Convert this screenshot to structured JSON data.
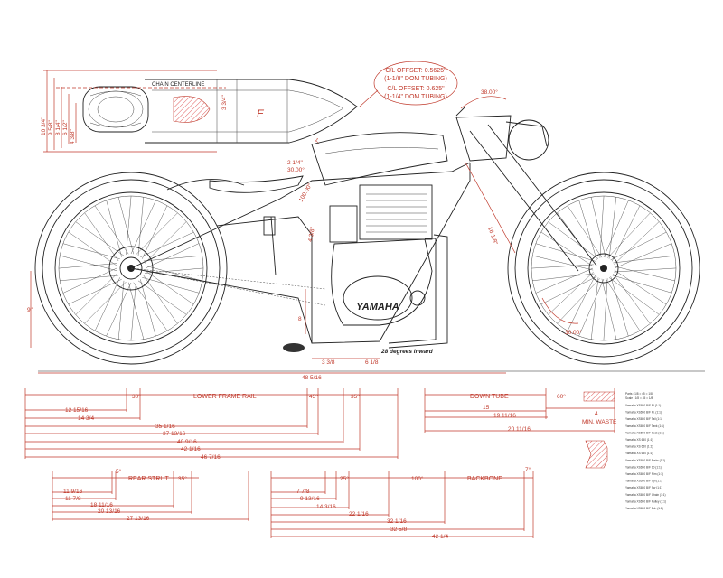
{
  "top_view": {
    "chain_centerline": "CHAIN CENTERLINE",
    "dims_left": [
      "10 3/4\"",
      "9 5/8\"",
      "8 1/4\"",
      "6 1/2\"",
      "4 3/8\""
    ],
    "dim_3_3_4": "3 3/4\"",
    "dim_7": "7\""
  },
  "offset_callout": {
    "line1": "C/L OFFSET: 0.5625\"",
    "line2": "(1-1/8\" DOM TUBING)",
    "line3": "C/L OFFSET: 0.625\"",
    "line4": "(1-1/4\" DOM TUBING)"
  },
  "side_view": {
    "neck_angle": "38.00°",
    "seat_dim": "2 1/4\"",
    "seat_angle": "30.00°",
    "frame_angle": "100.00°",
    "dim_4_3_8": "4 3/8\"",
    "dim_16_1_8": "16 1/8\"",
    "rake_angle": "30.00°",
    "dim_8": "8",
    "dim_9": "9\"",
    "exhaust_note": "28 degrees inward",
    "dim_3_3_8": "3 3/8",
    "dim_6_1_8": "6 1/8",
    "dim_48_5_16": "48 5/16",
    "engine_brand": "YAMAHA"
  },
  "lower_frame_rail": {
    "title": "LOWER FRAME RAIL",
    "angles": [
      "30°",
      "45°",
      "35°"
    ],
    "dims": [
      "12 15/16",
      "14 3/4",
      "35 1/16",
      "37 13/16",
      "40 9/16",
      "42 1/16",
      "46 7/16"
    ]
  },
  "down_tube": {
    "title": "DOWN TUBE",
    "angle": "60°",
    "dims": [
      "15",
      "19 11/16",
      "20 11/16"
    ],
    "waste_value": "4",
    "waste_label": "MIN. WASTE"
  },
  "rear_strut": {
    "title": "REAR STRUT",
    "angles": [
      "5°",
      "35°"
    ],
    "dims": [
      "11 9/16",
      "11 7/8",
      "18 11/16",
      "20 13/16",
      "27 13/16"
    ]
  },
  "backbone": {
    "title": "BACKBONE",
    "angles": [
      "25°",
      "100°",
      "7°"
    ],
    "dims": [
      "7 7/8",
      "9 13/16",
      "14 3/16",
      "22 1/16",
      "32 1/16",
      "32 5/8",
      "42 1/4"
    ]
  },
  "legend": {
    "header": [
      "Parts : 1/8 = 45 = 1/8",
      "Scale : 1/8 = 45 = 1/8"
    ],
    "lines": [
      "Yamaha XS650 B/F PI (1:1)",
      "Yamaha XS650 B/F Fr. (1:1)",
      "Yamaha XS650 B/F Tail (1:1)",
      "Yamaha XS650 B/F Tank (1:1)",
      "Yamaha XS650 B/F Seat (1:1)",
      "Yamaha XS 650 (1:1)",
      "Yamaha XS 650 (1:1)",
      "Yamaha XS 650 (1:1)",
      "Yamaha XS650 B/F Forks (1:1)",
      "Yamaha XS650 B/F 10 (1:1)",
      "Yamaha XS650 B/F Rim (1:1)",
      "Yamaha XS650 B/F Cyl (1:1)",
      "Yamaha XS650 B/F Sw (1:1)",
      "Yamaha XS650 B/F Chain (1:1)",
      "Yamaha XS650 B/F Pulley (1:1)",
      "Yamaha XS650 B/F Exh (1:1)"
    ]
  },
  "colors": {
    "dimension": "#c0392b",
    "drawing": "#222222",
    "hatch": "#e06060"
  }
}
